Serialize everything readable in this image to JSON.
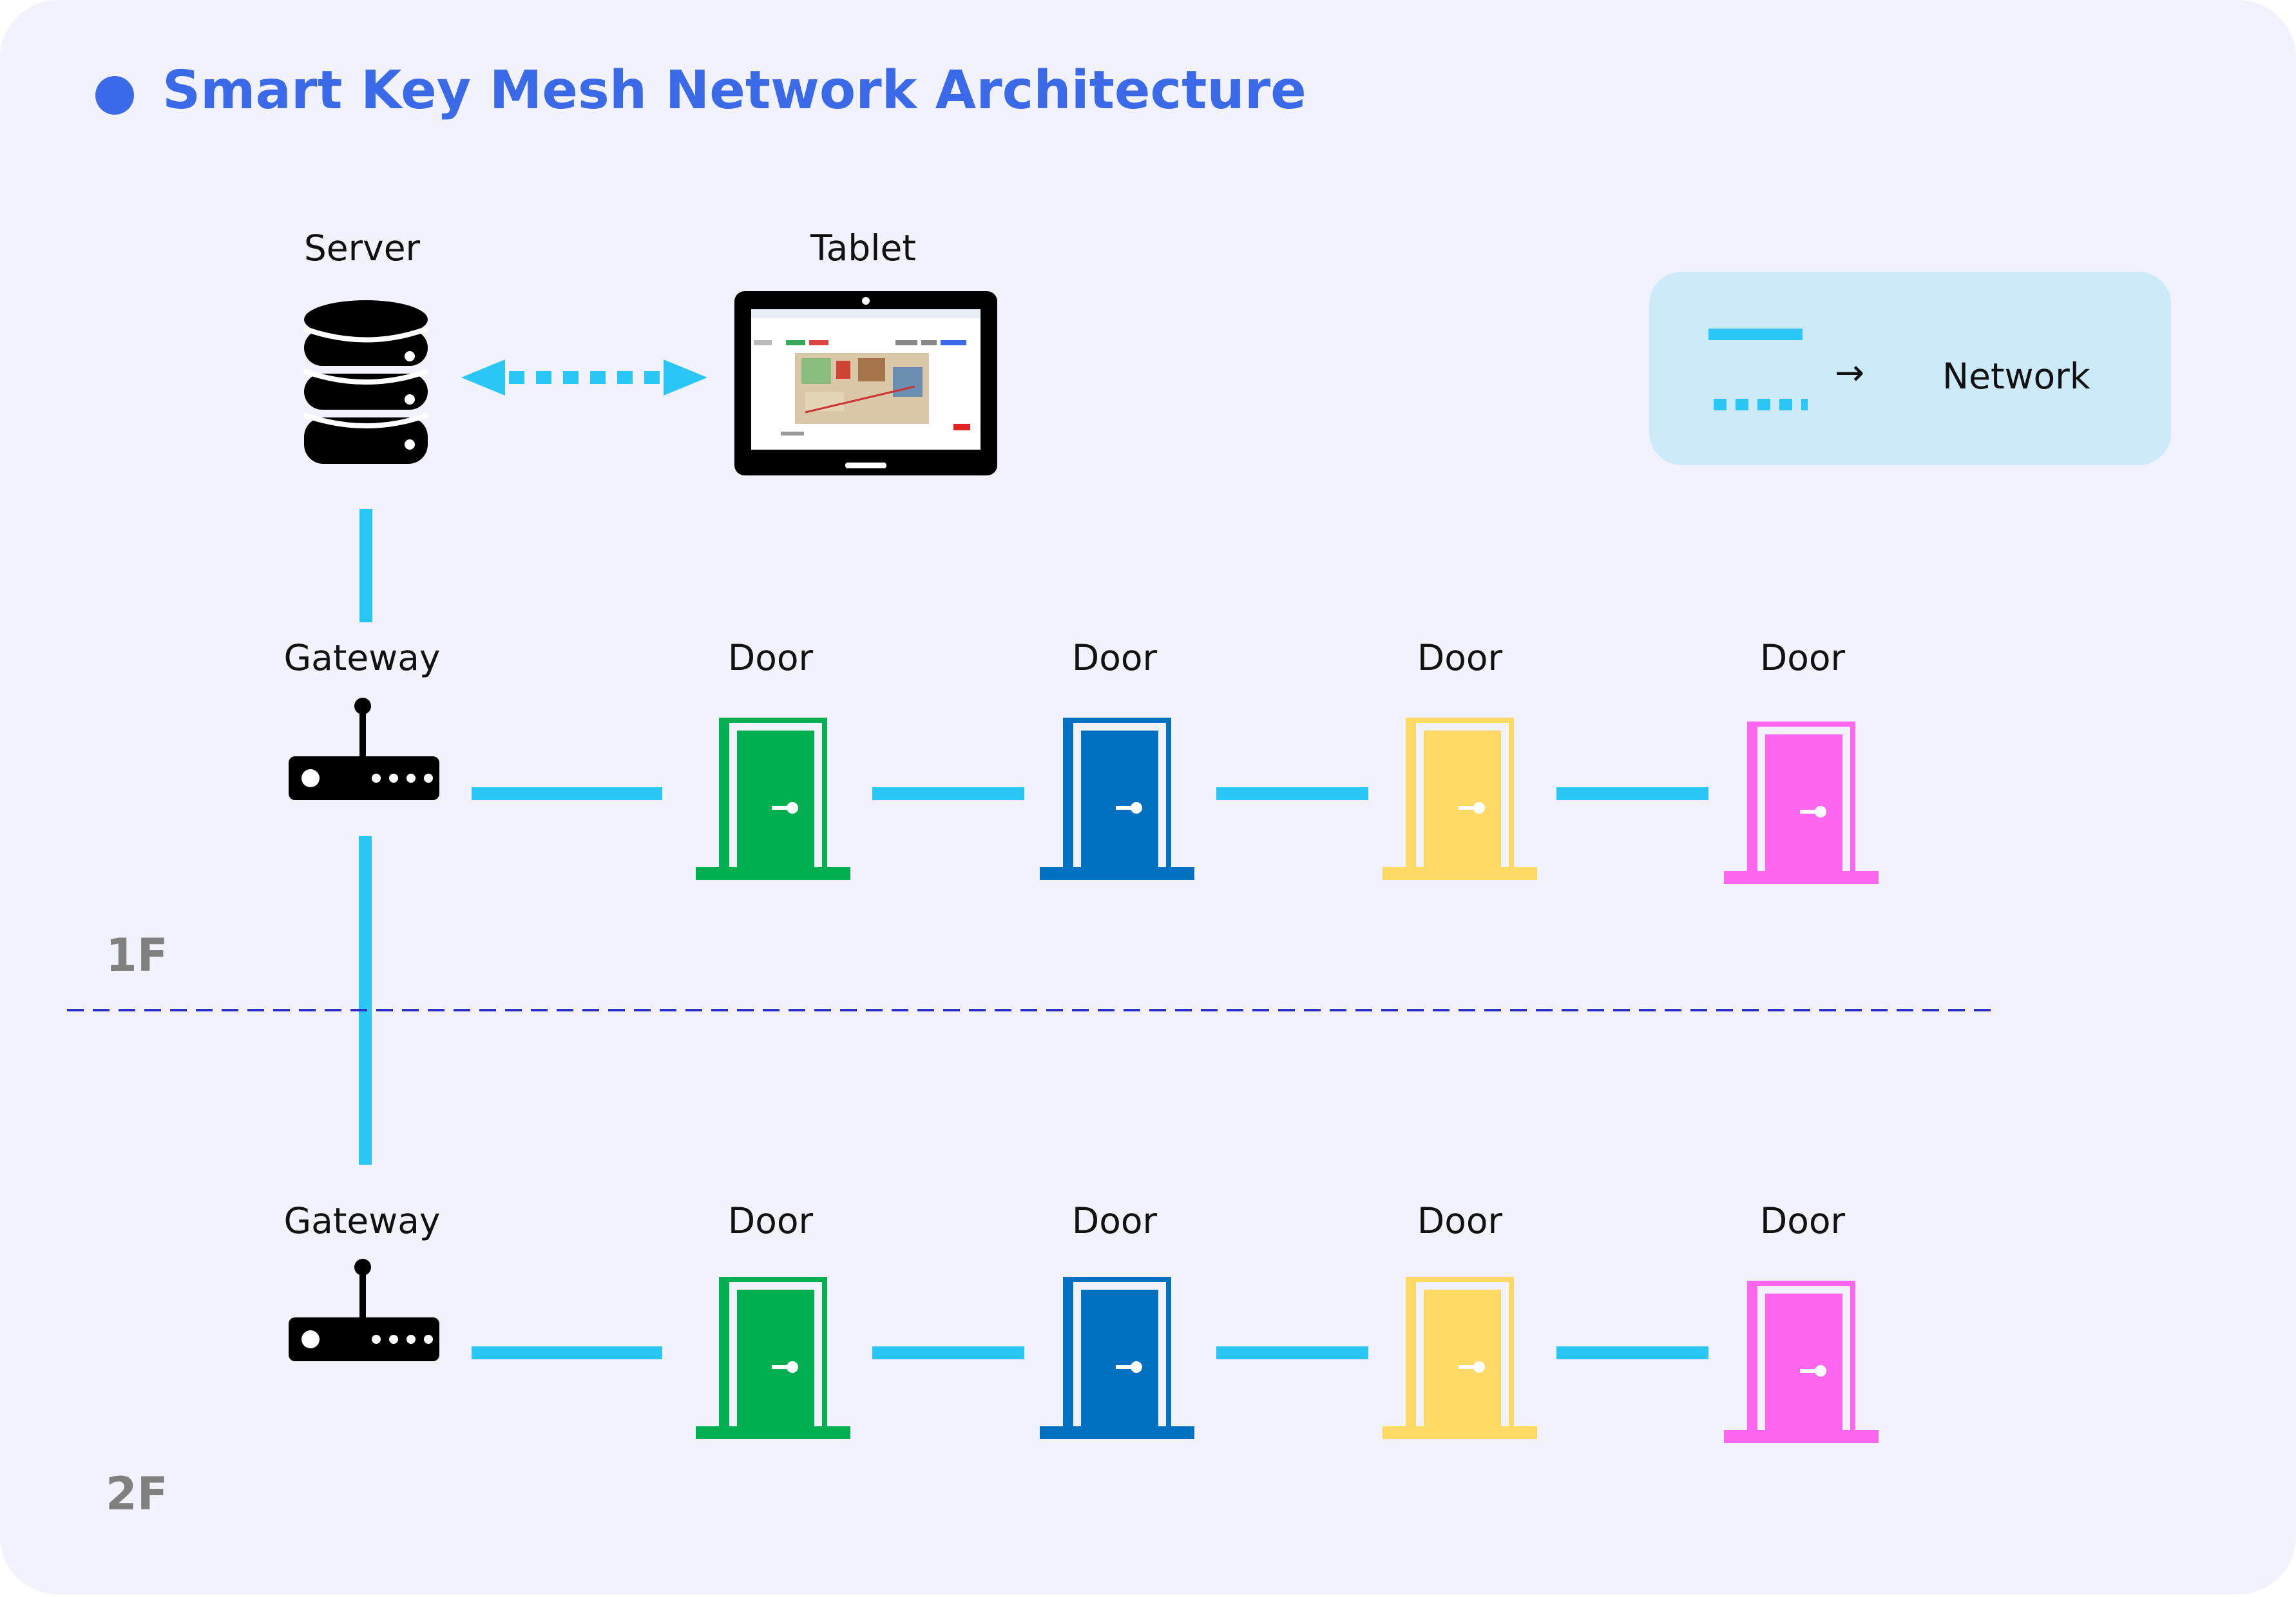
{
  "title": "Smart Key Mesh Network Architecture",
  "top": {
    "server_label": "Server",
    "tablet_label": "Tablet"
  },
  "legend": {
    "arrow": "→",
    "label": "Network"
  },
  "floors": [
    {
      "name": "1F",
      "gateway_label": "Gateway",
      "doors": [
        "Door",
        "Door",
        "Door",
        "Door"
      ]
    },
    {
      "name": "2F",
      "gateway_label": "Gateway",
      "doors": [
        "Door",
        "Door",
        "Door",
        "Door"
      ]
    }
  ],
  "colors": {
    "background": "#f1f2fc",
    "title": "#3b6ae8",
    "network_line": "#29c6f6",
    "legend_box": "#cdeafb",
    "floor_divider": "#2f2fc7",
    "floor_label": "#808080",
    "door_colors": [
      "#00b050",
      "#0070c0",
      "#ffd966",
      "#ff66ee"
    ]
  },
  "icons": {
    "server": "database-icon",
    "tablet": "tablet-icon",
    "gateway": "router-icon",
    "door": "door-icon"
  }
}
